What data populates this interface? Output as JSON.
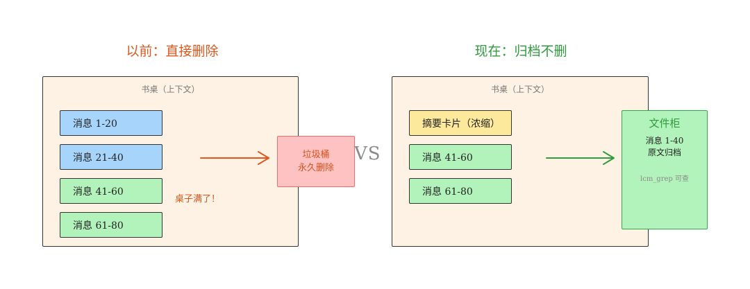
{
  "before": {
    "heading": "以前：直接删除",
    "desk_label": "书桌（上下文）",
    "messages": [
      "消息 1-20",
      "消息 21-40",
      "消息 41-60",
      "消息 61-80"
    ],
    "full_note": "桌子满了！",
    "trash": {
      "line1": "垃圾桶",
      "line2": "永久删除"
    }
  },
  "vs": "VS",
  "after": {
    "heading": "现在：归档不删",
    "desk_label": "书桌（上下文）",
    "summary_card": "摘要卡片（浓缩）",
    "messages": [
      "消息 41-60",
      "消息 61-80"
    ],
    "cabinet": {
      "title": "文件柜",
      "line1": "消息 1-40",
      "line2": "原文归档",
      "grep": "lcm_grep 可查"
    }
  },
  "colors": {
    "before_accent": "#e0561c",
    "after_accent": "#2e9b3c",
    "desk_fill": "#fdf2e3",
    "blue_msg": "#a7d4fa",
    "green_msg": "#b2f2bb",
    "yellow_msg": "#fde99b",
    "trash_fill": "#ffc2c2"
  }
}
